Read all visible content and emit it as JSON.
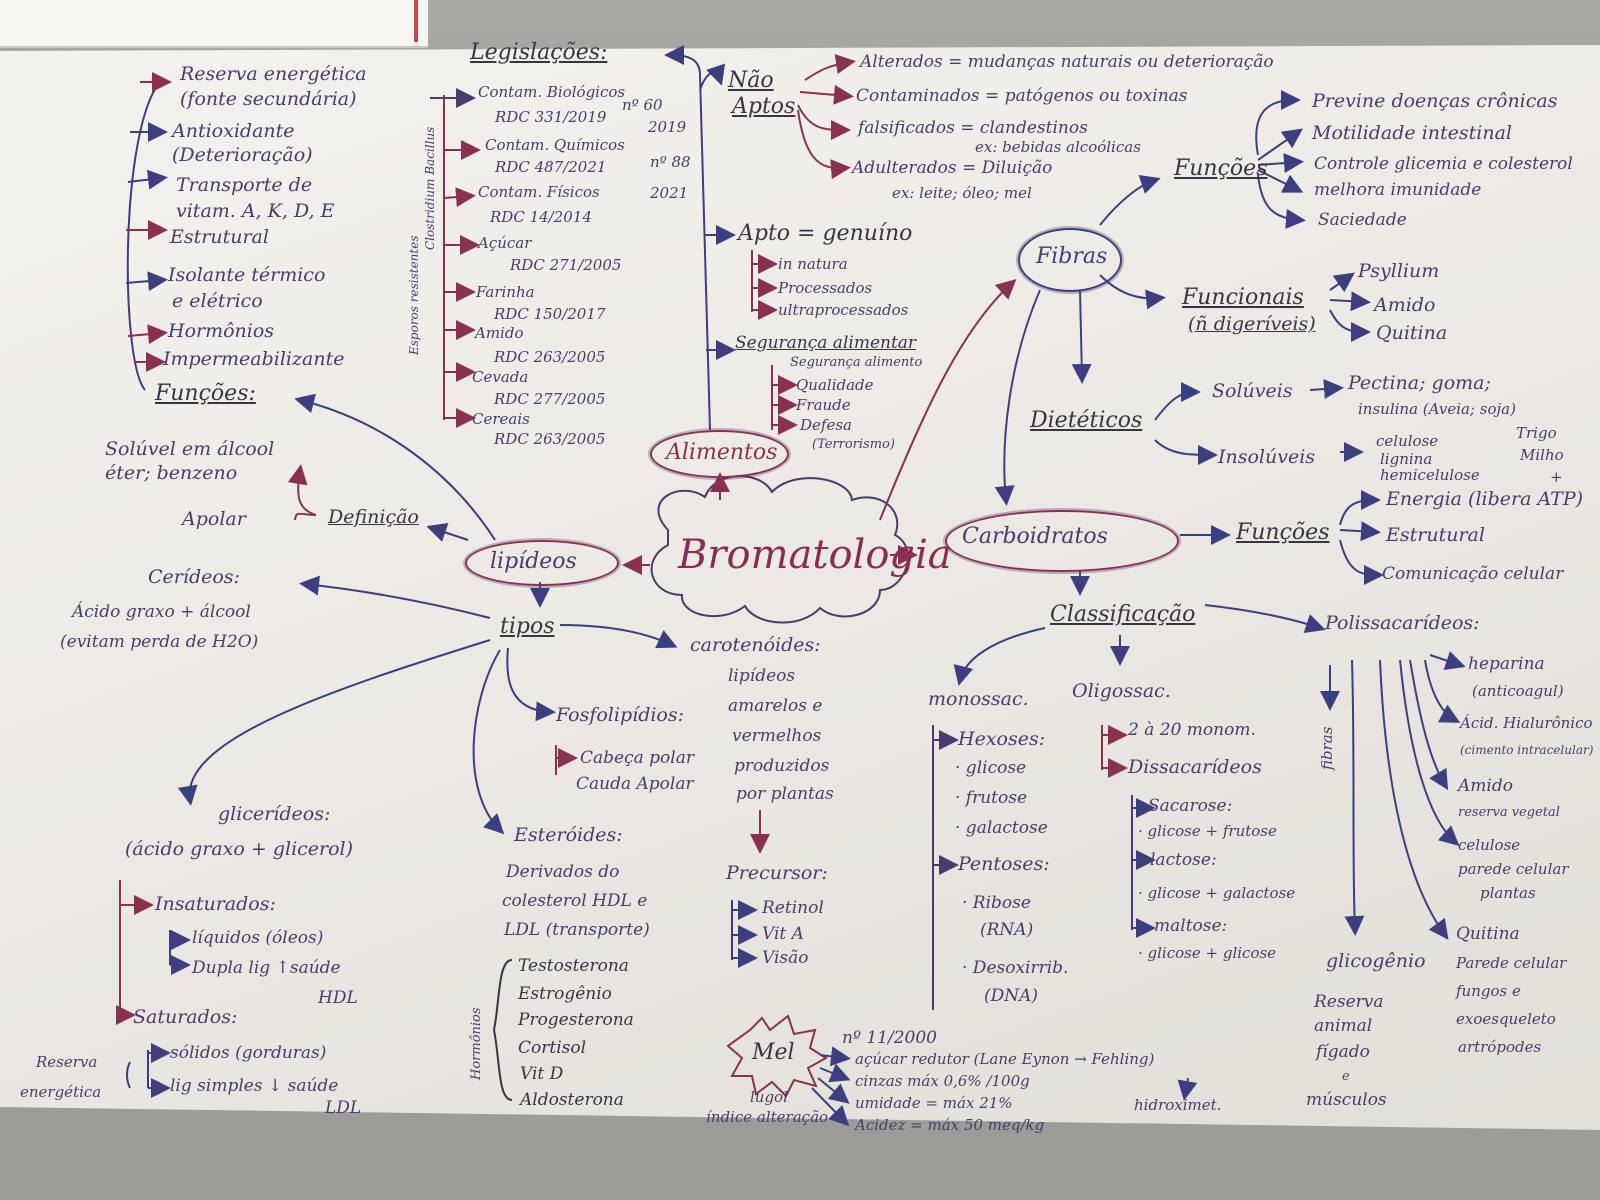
{
  "center": {
    "title": "Bromatologia"
  },
  "nodes": {
    "alimentos": "Alimentos",
    "lipideos": "lipídeos",
    "carboidratos": "Carboidratos",
    "fibras": "Fibras"
  },
  "lipid_funcoes": {
    "title": "Funções:",
    "items": [
      "Reserva energética",
      "(fonte secundária)",
      "Antioxidante",
      "(Deterioração)",
      "Transporte de",
      "vitam. A, K, D, E",
      "Estrutural",
      "Isolante térmico",
      "e elétrico",
      "Hormônios",
      "Impermeabilizante"
    ]
  },
  "legislacoes": {
    "title": "Legislações:",
    "items": [
      {
        "name": "Contam. Biológicos",
        "rdc": "RDC 331/2019"
      },
      {
        "name": "Contam. Químicos",
        "rdc": "RDC 487/2021"
      },
      {
        "name": "Contam. Físicos",
        "rdc": "RDC 14/2014"
      },
      {
        "name": "Açúcar",
        "rdc": "RDC 271/2005"
      },
      {
        "name": "Farinha",
        "rdc": "RDC 150/2017"
      },
      {
        "name": "Amido",
        "rdc": "RDC 263/2005"
      },
      {
        "name": "Cevada",
        "rdc": "RDC 277/2005"
      },
      {
        "name": "Cereais",
        "rdc": "RDC 263/2005"
      }
    ],
    "note_60": "nº 60",
    "note_60_year": "2019",
    "note_88": "nº 88",
    "note_88_year": "2021",
    "side_clostridium": "Clostridium Bacillus",
    "side_esporos": "Esporos resistentes"
  },
  "alimentos": {
    "nao_aptos": {
      "title_line1": "Não",
      "title_line2": "Aptos",
      "items": [
        "Alterados = mudanças naturais ou deterioração",
        "Contaminados = patógenos ou toxinas",
        "falsificados = clandestinos",
        "ex: bebidas alcoólicas",
        "Adulterados = Diluição",
        "ex: leite; óleo; mel"
      ]
    },
    "apto": {
      "title": "Apto = genuíno",
      "items": [
        "in natura",
        "Processados",
        "ultraprocessados"
      ]
    },
    "seguranca": {
      "title": "Segurança alimentar",
      "items": [
        "Segurança alimento",
        "Qualidade",
        "Fraude",
        "Defesa",
        "(Terrorismo)"
      ]
    }
  },
  "lipid_definicao": {
    "title": "Definição",
    "items": [
      "Solúvel em álcool",
      "éter; benzeno",
      "Apolar"
    ]
  },
  "lipid_tipos": {
    "title": "tipos",
    "ceridios": {
      "title": "Cerídeos:",
      "line1": "Ácido graxo + álcool",
      "line2": "(evitam perda de H2O)"
    },
    "gliceridios": {
      "title": "glicerídeos:",
      "def": "(ácido graxo + glicerol)",
      "insaturados": {
        "title": "Insaturados:",
        "items": [
          "líquidos (óleos)",
          "Dupla lig ↑saúde",
          "HDL"
        ]
      },
      "saturados": {
        "title": "Saturados:",
        "items": [
          "sólidos (gorduras)",
          "lig simples ↓ saúde",
          "LDL"
        ],
        "note_line1": "Reserva",
        "note_line2": "energética"
      }
    },
    "fosfolipidios": {
      "title": "Fosfolipídios:",
      "items": [
        "Cabeça polar",
        "Cauda Apolar"
      ]
    },
    "esteroides": {
      "title": "Esteróides:",
      "line1": "Derivados do",
      "line2": "colesterol HDL e",
      "line3": "LDL (transporte)",
      "hormonios": [
        "Testosterona",
        "Estrogênio",
        "Progesterona",
        "Cortisol",
        "Vit D",
        "Aldosterona"
      ],
      "side_label": "Hormônios"
    },
    "carotenoides": {
      "title": "carotenóides:",
      "lines": [
        "lipídeos",
        "amarelos e",
        "vermelhos",
        "produzidos",
        "por plantas"
      ],
      "precursor": {
        "title": "Precursor:",
        "items": [
          "Retinol",
          "Vit A",
          "Visão"
        ]
      }
    }
  },
  "mel": {
    "title": "Mel",
    "norma": "nº 11/2000",
    "items": [
      "açúcar redutor (Lane Eynon → Fehling)",
      "cinzas máx 0,6% /100g",
      "umidade = máx 21%",
      "Acidez = máx 50 meq/kg"
    ],
    "hidroximetil": "hidroximet.",
    "lugol": "lugol",
    "indice": "índice alteração"
  },
  "fibras": {
    "funcoes": {
      "title": "Funções",
      "items": [
        "Previne doenças crônicas",
        "Motilidade intestinal",
        "Controle glicemia e colesterol",
        "melhora imunidade",
        "Saciedade"
      ]
    },
    "funcionais": {
      "title_line1": "Funcionais",
      "title_line2": "(ñ digeríveis)",
      "items": [
        "Psyllium",
        "Amido",
        "Quitina"
      ]
    },
    "dieteticos": {
      "title": "Dietéticos",
      "soluveis": {
        "title": "Solúveis",
        "line1": "Pectina; goma;",
        "line2": "insulina (Aveia; soja)"
      },
      "insoluveis": {
        "title": "Insolúveis",
        "items": [
          "celulose",
          "lignina",
          "hemicelulose"
        ],
        "notes": [
          "Trigo",
          "Milho",
          "+"
        ]
      }
    }
  },
  "carboidratos": {
    "funcoes": {
      "title": "Funções",
      "items": [
        "Energia (libera ATP)",
        "Estrutural",
        "Comunicação celular"
      ]
    },
    "classificacao": {
      "title": "Classificação",
      "monossac": {
        "title": "monossac.",
        "hexoses": {
          "title": "Hexoses:",
          "items": [
            "· glicose",
            "· frutose",
            "· galactose"
          ]
        },
        "pentoses": {
          "title": "Pentoses:",
          "items": [
            "· Ribose",
            "(RNA)",
            "· Desoxirrib.",
            "(DNA)"
          ]
        }
      },
      "oligossac": {
        "title": "Oligossac.",
        "range": "2 à 20 monom.",
        "dissac": {
          "title": "Dissacarídeos",
          "items": [
            "Sacarose:",
            "· glicose + frutose",
            "lactose:",
            "· glicose + galactose",
            "maltose:",
            "· glicose + glicose"
          ]
        }
      },
      "polissac": {
        "title": "Polissacarídeos:",
        "side_fibras": "fibras",
        "heparina": [
          "heparina",
          "(anticoagul)"
        ],
        "acido": [
          "Ácid. Hialurônico",
          "(cimento intracelular)"
        ],
        "amido": [
          "Amido",
          "reserva vegetal"
        ],
        "celulose": [
          "celulose",
          "parede celular",
          "plantas"
        ],
        "quitina": [
          "Quitina",
          "Parede celular",
          "fungos e",
          "exoesqueleto",
          "artrópodes"
        ],
        "glicogenio": [
          "glicogênio",
          "Reserva",
          "animal",
          "fígado",
          "e",
          "músculos"
        ]
      }
    }
  }
}
